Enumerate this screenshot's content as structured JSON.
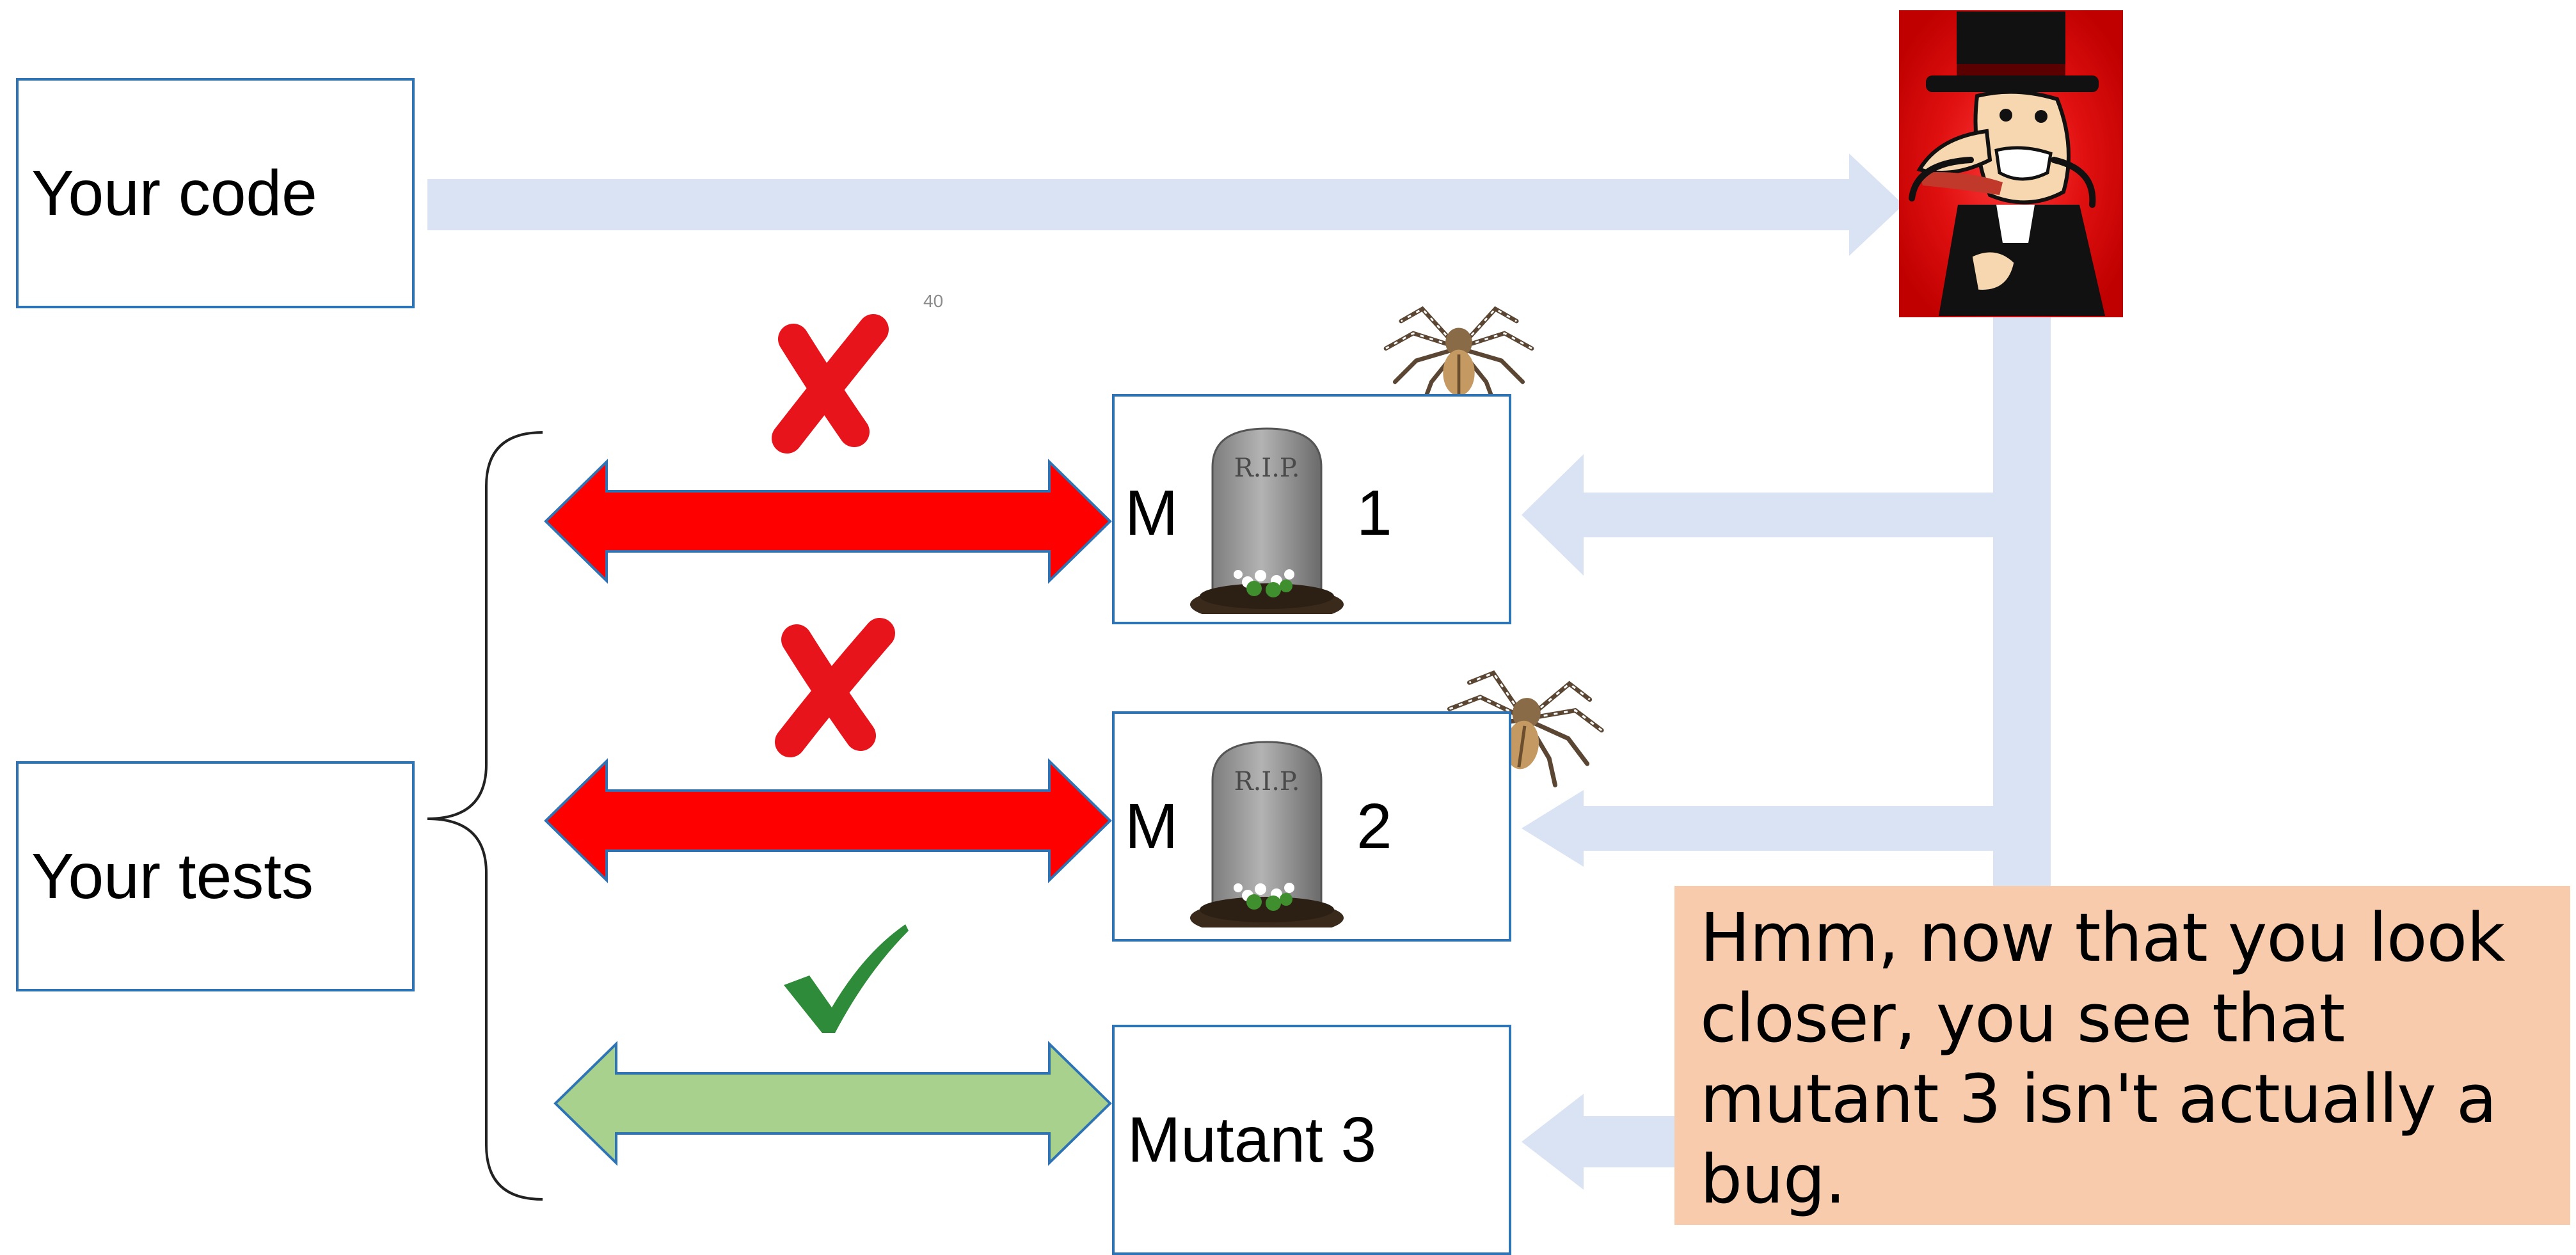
{
  "labels": {
    "your_code": "Your code",
    "your_tests": "Your tests",
    "mutant_1_prefix": "M",
    "mutant_1_suffix": "1",
    "mutant_2_prefix": "M",
    "mutant_2_suffix": "2",
    "mutant_3": "Mutant 3",
    "page_number": "40"
  },
  "tombstone": {
    "text": "R.I.P."
  },
  "callout": {
    "text": "Hmm, now that you look closer, you see that mutant 3 isn't actually a bug."
  },
  "test_results": [
    {
      "mutant": "1",
      "result": "fail"
    },
    {
      "mutant": "2",
      "result": "fail"
    },
    {
      "mutant": "3",
      "result": "pass"
    }
  ],
  "colors": {
    "box_border": "#2e74b5",
    "flow_arrow": "#dae3f3",
    "fail_arrow": "#ff0000",
    "pass_arrow": "#a9d18e",
    "cross_mark": "#e8141c",
    "check_mark": "#2e8b3a",
    "callout_bg": "#f8cbad"
  },
  "icons": {
    "villain": "villain-icon",
    "spider": "spider-icon",
    "tombstone": "tombstone-icon",
    "cross": "cross-icon",
    "check": "check-icon"
  }
}
